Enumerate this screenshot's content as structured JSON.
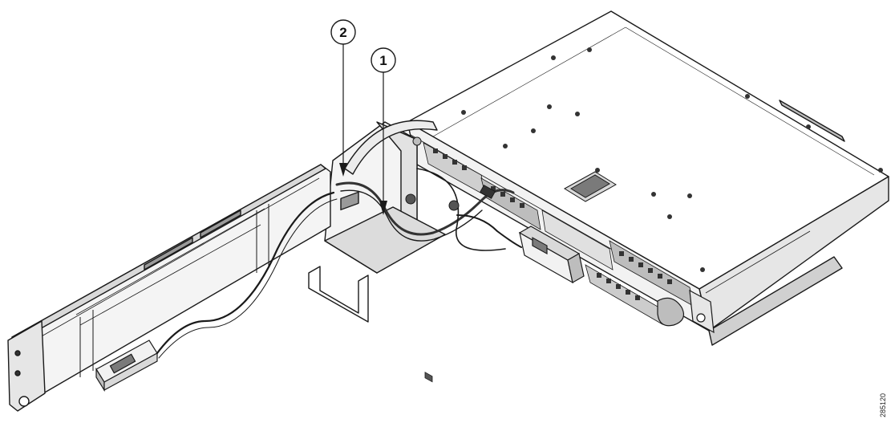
{
  "figure": {
    "figure_id": "285120",
    "callouts": [
      {
        "number": "1"
      },
      {
        "number": "2"
      }
    ]
  },
  "colors": {
    "line": "#1a1a1a",
    "body_fill": "#ffffff",
    "shade_light": "#e6e6e6",
    "shade_mid": "#bdbdbd",
    "shade_dark": "#555555"
  }
}
